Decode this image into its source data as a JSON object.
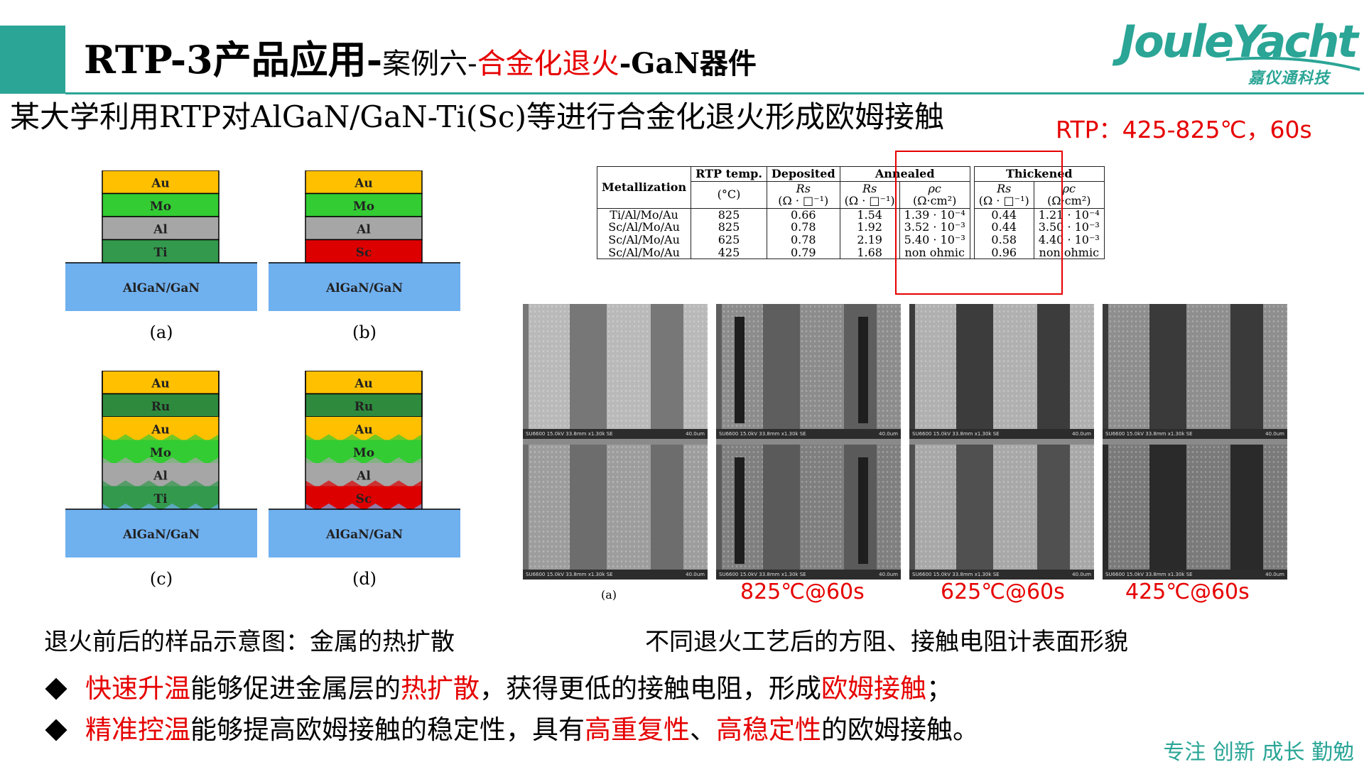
{
  "header": {
    "title_main": "RTP-3产品应用-",
    "title_sub": "案例六-",
    "title_red": "合金化退火",
    "title_tail": "-GaN器件"
  },
  "logo": {
    "brand": "JouleYacht",
    "sub": "嘉仪通科技"
  },
  "subtitle": "某大学利用RTP对AlGaN/GaN-Ti(Sc)等进行合金化退火形成欧姆接触",
  "rtp_note": "RTP：425-825℃，60s",
  "stack_figures": [
    {
      "label": "(a)",
      "layers": [
        "Au",
        "Mo",
        "Al",
        "Ti"
      ],
      "substrate": "AlGaN/GaN"
    },
    {
      "label": "(b)",
      "layers": [
        "Au",
        "Mo",
        "Al",
        "Sc"
      ],
      "substrate": "AlGaN/GaN"
    },
    {
      "label": "(c)",
      "layers": [
        "Au",
        "Ru",
        "Au",
        "Mo",
        "Al",
        "Ti"
      ],
      "substrate": "AlGaN/GaN"
    },
    {
      "label": "(d)",
      "layers": [
        "Au",
        "Ru",
        "Au",
        "Mo",
        "Al",
        "Sc"
      ],
      "substrate": "AlGaN/GaN"
    }
  ],
  "layer_colors": {
    "Au": "#ffc000",
    "Mo": "#33cc33",
    "Ru": "#2e8b3e",
    "Al": "#a6a6a6",
    "Ti": "#33994d",
    "Sc": "#dd0000",
    "substrate": "#6fb0ef"
  },
  "table": {
    "col_metallization": "Metallization",
    "col_rtp": "RTP temp.",
    "col_rtp_unit": "(°C)",
    "col_deposited": "Deposited",
    "col_annealed": "Annealed",
    "col_thickened": "Thickened",
    "rs_sym": "Rs",
    "rs_unit": "(Ω · □⁻¹)",
    "rhoc_sym": "ρc",
    "rhoc_unit": "(Ω·cm²)",
    "rows": [
      [
        "Ti/Al/Mo/Au",
        "825",
        "0.66",
        "1.54",
        "1.39 · 10⁻⁴",
        "0.44",
        "1.21 · 10⁻⁴"
      ],
      [
        "Sc/Al/Mo/Au",
        "825",
        "0.78",
        "1.92",
        "3.52 · 10⁻³",
        "0.44",
        "3.50 · 10⁻³"
      ],
      [
        "Sc/Al/Mo/Au",
        "625",
        "0.78",
        "2.19",
        "5.40 · 10⁻³",
        "0.58",
        "4.40 · 10⁻³"
      ],
      [
        "Sc/Al/Mo/Au",
        "425",
        "0.79",
        "1.68",
        "non ohmic",
        "0.96",
        "non ohmic"
      ]
    ]
  },
  "sem": {
    "panel_label": "(a)",
    "info_top": "SU6600 15.0kV 33.8mm x1.30k SE",
    "info_scale": "40.0um",
    "captions": [
      "825℃@60s",
      "625℃@60s",
      "425℃@60s"
    ]
  },
  "captions": {
    "left": "退火前后的样品示意图：金属的热扩散",
    "right": "不同退火工艺后的方阻、接触电阻计表面形貌"
  },
  "bullets": [
    {
      "r1": "快速升温",
      "t1": "能够促进金属层的",
      "r2": "热扩散",
      "t2": "，获得更低的接触电阻，形成",
      "r3": "欧姆接触",
      "t3": "；"
    },
    {
      "r1": "精准控温",
      "t1": "能够提高欧姆接触的稳定性，具有",
      "r2": "高重复性",
      "t2": "、",
      "r3": "高稳定性",
      "t3": "的欧姆接触。"
    }
  ],
  "slogan": "专注 创新 成长 勤勉"
}
